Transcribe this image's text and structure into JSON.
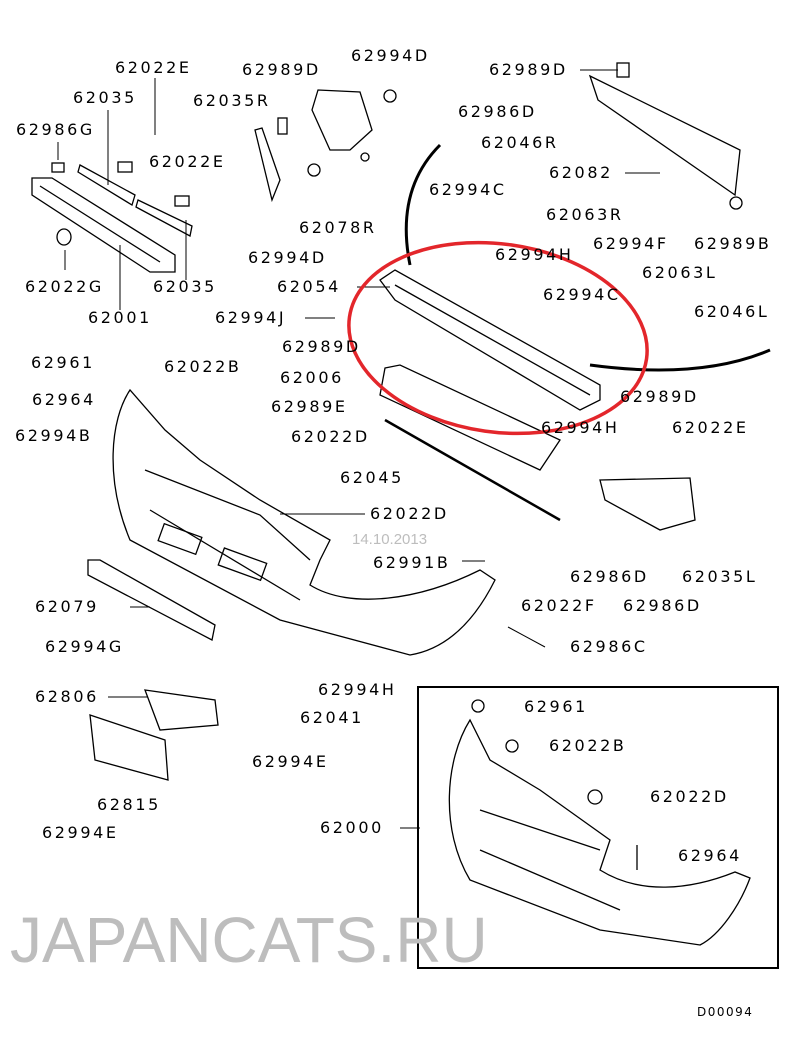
{
  "diagram_code": "D00094",
  "watermark": {
    "site": "JAPANCATS.RU",
    "date": "14.10.2013"
  },
  "highlight_color": "#e3262b",
  "callouts": [
    "62022E",
    "62989D",
    "62994D",
    "62989D",
    "62035",
    "62035R",
    "62986D",
    "62986G",
    "62046R",
    "62022E",
    "62082",
    "62994C",
    "62063R",
    "62078R",
    "62994D",
    "62994H",
    "62994F",
    "62989B",
    "62022G",
    "62035",
    "62054",
    "62063L",
    "62994C",
    "62046L",
    "62994J",
    "62001",
    "62961",
    "62022B",
    "62989D",
    "62006",
    "62964",
    "62989E",
    "62989D",
    "62994B",
    "62022D",
    "62994H",
    "62022E",
    "62045",
    "62022D",
    "62991B",
    "62986D",
    "62035L",
    "62079",
    "62022F",
    "62986D",
    "62994G",
    "62986C",
    "62806",
    "62994H",
    "62041",
    "62994E",
    "62815",
    "62994E",
    "62000"
  ],
  "inset_callouts": [
    "62961",
    "62022B",
    "62022D",
    "62964"
  ]
}
